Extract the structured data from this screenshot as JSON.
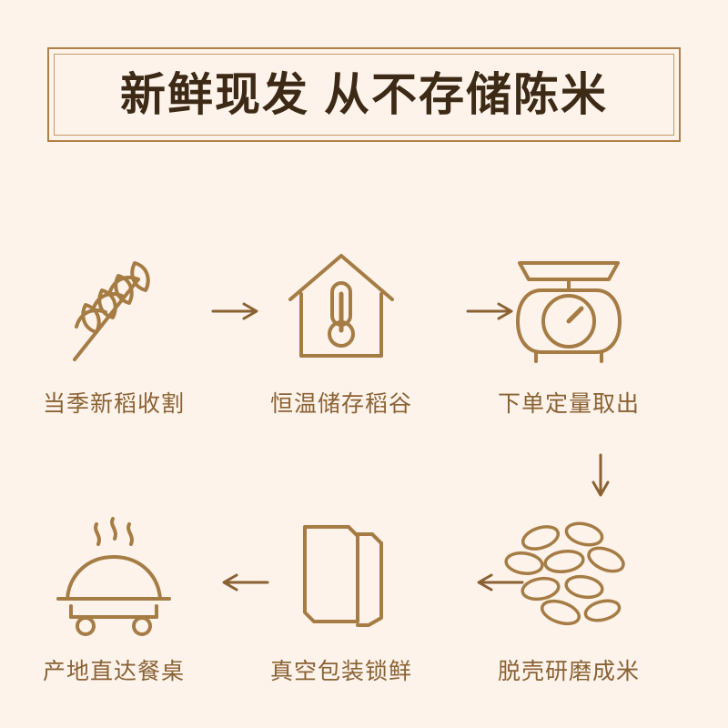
{
  "banner": {
    "title": "新鲜现发 从不存储陈米",
    "border_color": "#b08046",
    "text_color": "#3d2a16"
  },
  "theme": {
    "background": "#fdf3ea",
    "accent": "#8a6234",
    "icon_stroke": "#a67c45"
  },
  "flow": {
    "steps": [
      {
        "id": "harvest",
        "caption": "当季新稻收割",
        "icon": "wheat-stalk-icon"
      },
      {
        "id": "storage",
        "caption": "恒温储存稻谷",
        "icon": "warehouse-thermometer-icon"
      },
      {
        "id": "weigh",
        "caption": "下单定量取出",
        "icon": "kitchen-scale-icon"
      },
      {
        "id": "mill",
        "caption": "脱壳研磨成米",
        "icon": "rice-grains-icon"
      },
      {
        "id": "vacuum",
        "caption": "真空包装锁鲜",
        "icon": "vacuum-package-icon"
      },
      {
        "id": "table",
        "caption": "产地直达餐桌",
        "icon": "food-cloche-cart-icon"
      }
    ],
    "arrows": [
      {
        "id": "arrow-1",
        "direction": "right"
      },
      {
        "id": "arrow-2",
        "direction": "right"
      },
      {
        "id": "arrow-3",
        "direction": "down"
      },
      {
        "id": "arrow-4",
        "direction": "left"
      },
      {
        "id": "arrow-5",
        "direction": "left"
      }
    ]
  }
}
